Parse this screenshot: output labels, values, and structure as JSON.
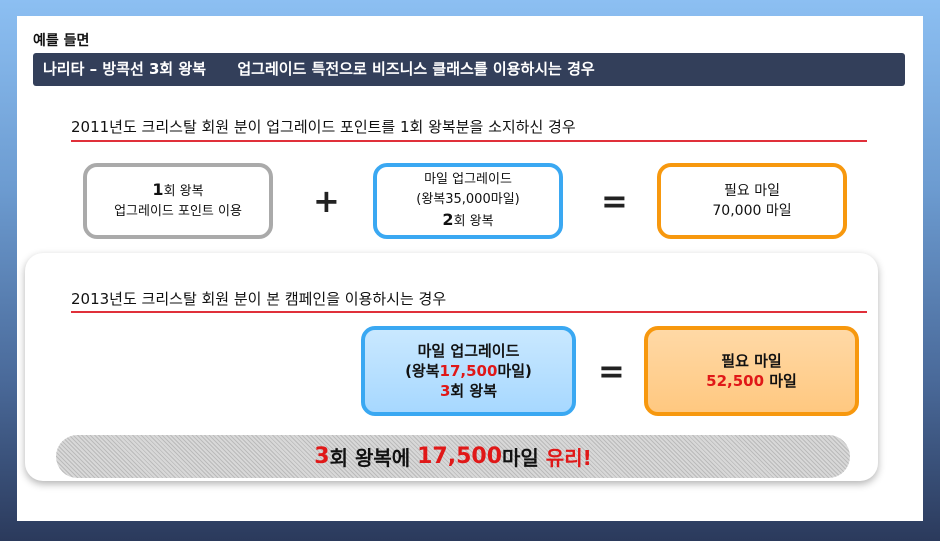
{
  "intro": "예를 들면",
  "banner": "나리타 – 방콕선 3회 왕복      업그레이드 특전으로 비즈니스 클래스를 이용하시는 경우",
  "case2011": {
    "title": "2011년도 크리스탈 회원 분이 업그레이드 포인트를 1회 왕복분을 소지하신 경우",
    "box1": {
      "num": "1",
      "line1": "회 왕복",
      "line2": "업그레이드 포인트 이용"
    },
    "plus": "+",
    "box2": {
      "line1": "마일 업그레이드",
      "line2": "(왕복35,000마일)",
      "num": "2",
      "line3": "회 왕복"
    },
    "equals": "=",
    "box3": {
      "line1": "필요 마일",
      "line2": "70,000 마일"
    }
  },
  "case2013": {
    "title": "2013년도 크리스탈 회원 분이 본 캠페인을 이용하시는 경우",
    "box2": {
      "line1": "마일 업그레이드",
      "pre": "(왕복",
      "miles": "17,500",
      "post": "마일)",
      "num": "3",
      "line3": "회 왕복"
    },
    "equals": "=",
    "box3": {
      "line1": "필요 마일",
      "miles": "52,500",
      "unit": " 마일"
    },
    "summary": {
      "num": "3",
      "text1": "회 왕복에 ",
      "miles": "17,500",
      "text2": "마일 ",
      "highlight": "유리!"
    }
  },
  "colors": {
    "accent_red": "#e01818",
    "banner": "#333f5a",
    "blue": "#3aa8f2",
    "orange": "#f7980e"
  }
}
